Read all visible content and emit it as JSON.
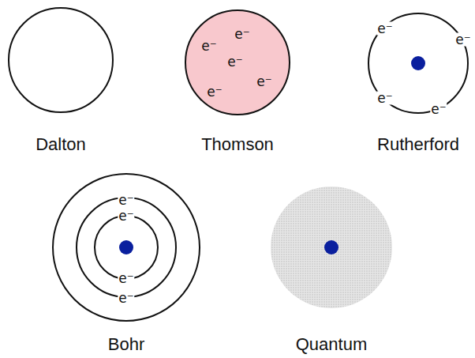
{
  "diagram": {
    "nodes": [
      {
        "text": [
          "Dalton"
        ]
      },
      {
        "text": [
          "Thomson"
        ]
      },
      {
        "text": [
          "Rutherford"
        ]
      },
      {
        "text": [
          "Bohr"
        ]
      },
      {
        "text": [
          "Quantum"
        ]
      }
    ],
    "labels": [
      "e⁻",
      "e⁻",
      "e⁻",
      "e⁻",
      "e⁻",
      "e⁻",
      "e⁻",
      "e⁻",
      "e⁻",
      "e⁻",
      "e⁻",
      "e⁻",
      "e⁻"
    ]
  }
}
